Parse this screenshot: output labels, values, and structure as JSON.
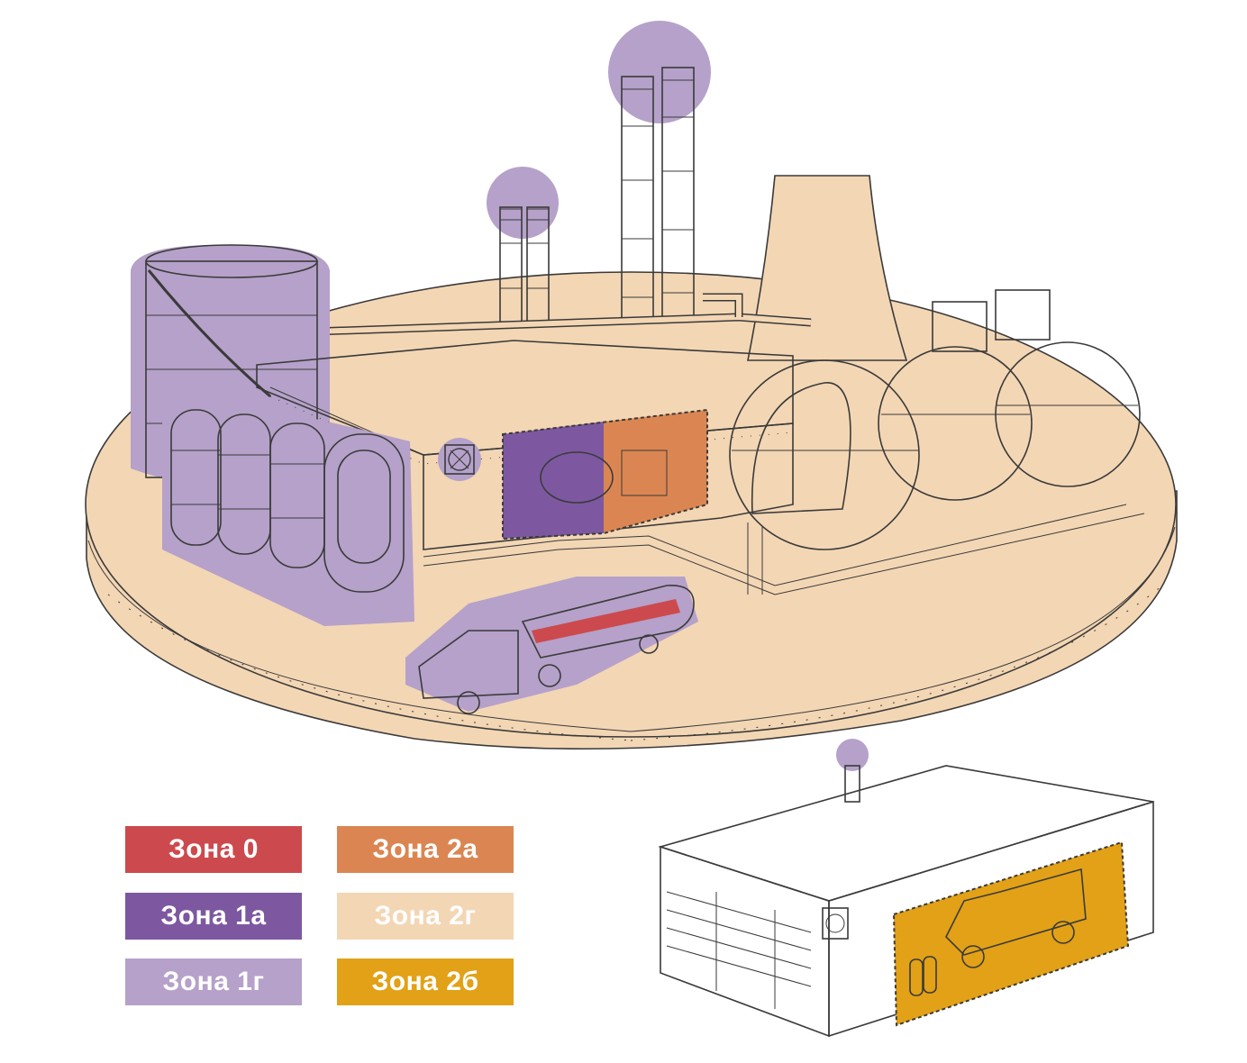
{
  "colors": {
    "zone_0": "#cc4a4d",
    "zone_1a": "#7d58a1",
    "zone_1g": "#b5a1c9",
    "zone_2a": "#db8652",
    "zone_2g": "#f3d6b4",
    "zone_2b": "#e2a116",
    "outline": "#3a3a3a",
    "building_white": "#ffffff"
  },
  "legend": [
    {
      "label": "Зона 0",
      "color": "#cc4a4d"
    },
    {
      "label": "Зона 2а",
      "color": "#db8652"
    },
    {
      "label": "Зона 1а",
      "color": "#7d58a1"
    },
    {
      "label": "Зона 2г",
      "color": "#f3d6b4"
    },
    {
      "label": "Зона 1г",
      "color": "#b5a1c9"
    },
    {
      "label": "Зона 2б",
      "color": "#e2a116"
    }
  ],
  "icons": [
    "fan-icon",
    "fire-truck-icon",
    "tanker-truck-icon",
    "gas-cylinder-icon"
  ]
}
